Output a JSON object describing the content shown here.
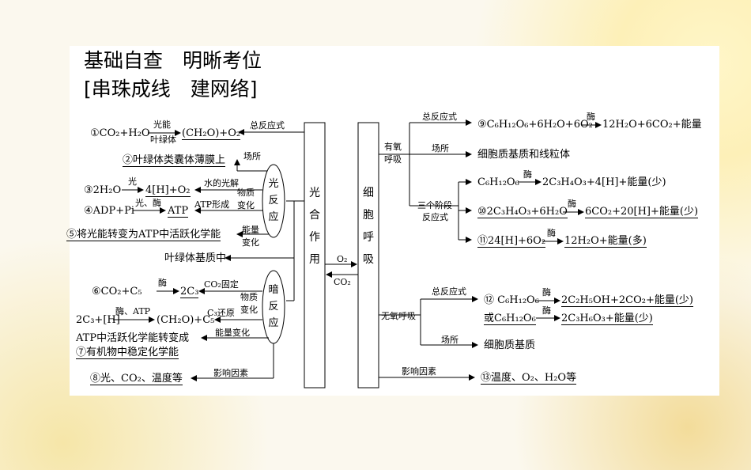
{
  "heading": {
    "line1": "基础自查　明晰考位",
    "line2": "[串珠成线　建网络]"
  },
  "center": {
    "photosynthesis": "光合作用",
    "respiration": "细胞呼吸",
    "o2": "O₂",
    "co2": "CO₂"
  },
  "light": {
    "ellipse": "光反应",
    "r1": {
      "left": "①CO₂+H₂O",
      "top": "光能",
      "bottom": "叶绿体",
      "right": "(CH₂O)+O₂",
      "tag": "总反应式"
    },
    "r2": {
      "text": "②叶绿体类囊体薄膜上",
      "tag": "场所"
    },
    "r3": {
      "left": "③2H₂O",
      "top": "光",
      "right": "4[H]+O₂",
      "tag": "水的光解"
    },
    "r4": {
      "left": "④ADP+Pi",
      "top": "光、酶",
      "right": "ATP",
      "tag": "ATP形成"
    },
    "change_label": "物质变化",
    "r5": {
      "text": "⑤将光能转变为ATP中活跃化学能",
      "tag": "能量变化"
    }
  },
  "dark": {
    "ellipse": "暗反应",
    "site": "叶绿体基质中",
    "r6": {
      "left": "⑥CO₂+C₅",
      "top": "酶",
      "right": "2C₃",
      "tag": "CO₂固定"
    },
    "r7": {
      "left": "2C₃+[H]",
      "top": "酶、ATP",
      "right": "(CH₂O)+C₅",
      "tag": "C₃还原"
    },
    "change_label": "物质变化",
    "energy_line1": "ATP中活跃化学能转变成",
    "energy_line2": "⑦有机物中稳定化学能",
    "energy_tag": "能量变化",
    "r8": {
      "text": "⑧光、CO₂、温度等",
      "tag": "影响因素"
    }
  },
  "aerobic": {
    "label": "有氧呼吸",
    "total_tag": "总反应式",
    "r9": {
      "left": "⑨C₆H₁₂O₆+6H₂O+6O₂",
      "top": "酶",
      "right": "12H₂O+6CO₂+能量"
    },
    "site_tag": "场所",
    "site": "细胞质基质和线粒体",
    "stages_tag1": "三个阶段",
    "stages_tag2": "反应式",
    "s1": {
      "left": "C₆H₁₂O₆",
      "top": "酶",
      "right": "2C₃H₄O₃+4[H]+能量(少)"
    },
    "s2": {
      "left": "⑩2C₃H₄O₃+6H₂O",
      "top": "酶",
      "right": "6CO₂+20[H]+能量(少)"
    },
    "s3": {
      "left": "⑪24[H]+6O₂",
      "top": "酶",
      "right": "12H₂O+能量(多)"
    }
  },
  "anaerobic": {
    "label": "无氧呼吸",
    "total_tag": "总反应式",
    "r12a": {
      "left": "⑫ C₆H₁₂O₆",
      "top": "酶",
      "right": "2C₂H₅OH+2CO₂+能量(少)"
    },
    "r12b": {
      "left": "或C₆H₁₂O₆",
      "top": "酶",
      "right": "2C₃H₆O₃+能量(少)"
    },
    "site_tag": "场所",
    "site": "细胞质基质"
  },
  "factors": {
    "tag": "影响因素",
    "text": "⑬温度、O₂、H₂O等"
  }
}
